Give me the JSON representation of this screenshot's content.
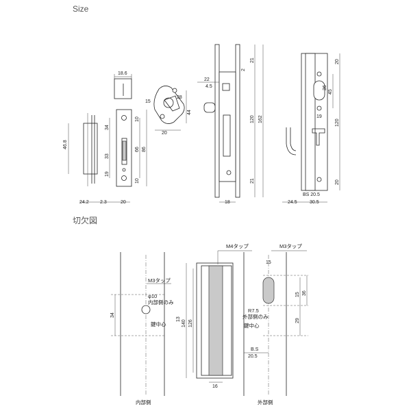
{
  "headings": {
    "size": "Size",
    "cutout": "切欠図"
  },
  "strike_dims": {
    "top_w": "18.6",
    "h_total": "46.8",
    "b1": "24.2",
    "b2": "2.3",
    "w": "20",
    "v1": "34",
    "v2": "33",
    "v3": "19",
    "v4": "66",
    "v5": "86",
    "v6": "10",
    "v7": "10"
  },
  "thumbturn_dims": {
    "a": "28",
    "b": "44",
    "c": "20",
    "d": "15"
  },
  "lockbody_dims": {
    "a": "22",
    "b": "4.5",
    "c": "2",
    "d": "21",
    "e": "120",
    "f": "162",
    "g": "21",
    "w": "18"
  },
  "face_dims": {
    "a": "20",
    "b": "36",
    "c": "45",
    "d": "19",
    "e": "120",
    "f": "20",
    "bs": "BS 20.5",
    "w1": "24.5",
    "w2": "30.5"
  },
  "cut_inner": {
    "m3": "M3タップ",
    "phi": "φ10",
    "inner_only": "内部側のみ",
    "v34": "34",
    "v13": "13",
    "key_center": "鍵中心"
  },
  "cut_mid": {
    "m4": "M4タップ",
    "v140": "140",
    "v126": "126",
    "w16": "16"
  },
  "cut_outer": {
    "m3": "M3タップ",
    "v15": "15",
    "r": "R7.5",
    "outer_only": "外部側のみ",
    "v15b": "15",
    "v36": "36",
    "v29": "29",
    "key_center": "鍵中心",
    "bs": "B.S",
    "bs_v": "20.5"
  },
  "captions": {
    "inner": "内部側",
    "outer": "外部側"
  }
}
